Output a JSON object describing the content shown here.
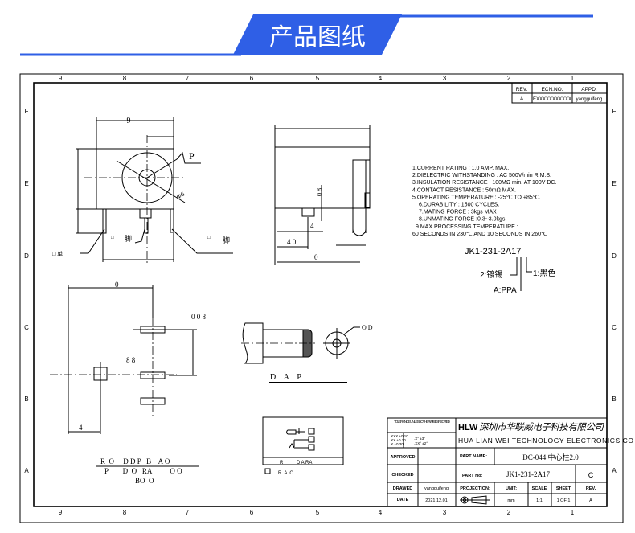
{
  "banner": {
    "title": "产品图纸",
    "color": "#2f5fe6"
  },
  "frame": {
    "columns": [
      "9",
      "8",
      "7",
      "6",
      "5",
      "4",
      "3",
      "2",
      "1"
    ],
    "rows": [
      "F",
      "E",
      "D",
      "C",
      "B",
      "A"
    ]
  },
  "revision_table": {
    "headers": [
      "REV.",
      "ECN.NO.",
      "APPD."
    ],
    "row": [
      "A",
      "EXXXXXXXXXXX",
      "yangguifeng"
    ]
  },
  "front_view": {
    "dim_width": "9",
    "label_p": "P",
    "dim_dia": "Φ6",
    "pin_labels": [
      "□ 单",
      "□",
      "脚",
      "□",
      "脚"
    ]
  },
  "side_view": {
    "dim_08": "0 8",
    "dim_4": "4",
    "dim_40": "4 0",
    "dim_0": "0"
  },
  "pcb_layout": {
    "dim_0": "0",
    "dim_008": "0 0 8",
    "dim_88": "8  8",
    "dim_4": "4"
  },
  "plug": {
    "label_od": "O D",
    "caption": "D    A    P"
  },
  "notes": [
    "1.CURRENT RATING : 1.0 AMP. MAX.",
    "2.DIELECTRIC WITHSTANDING : AC 500V/min R.M.S.",
    "3.INSULATION RESISTANCE : 100MΩ min. AT 100V DC.",
    "4.CONTACT RESISTANCE : 50mΩ MAX.",
    "5.OPERATING TEMPERATURE : -25℃ TO +85℃.",
    "6.DURABILITY : 1500 CYCLES.",
    "7.MATING FORCE : 3kgs MAX",
    "8.UNMATING FORCE :0.3~3.0kgs",
    "9.MAX PROCESSING TEMPERATURE :",
    "60 SECONDS IN 230℃ AND 10 SECONDS IN 260℃"
  ],
  "part_code": {
    "code": "JK1-231-2A17",
    "plating": "2:镀锡",
    "color": "1:黑色",
    "material": "A:PPA"
  },
  "pcb_caption": {
    "line1": "R  O     D D P   B    A O",
    "line2": "P        D  O   RA          O O",
    "line3": "BO  O"
  },
  "schematic": {
    "caption": "R          D A RA",
    "legend": "R  A  O"
  },
  "title_block": {
    "tolerance_title": "TOLERANCE UNLESS OTHERWISE SPECIFIED",
    "tol_left": [
      ".XXX ±0.10",
      ".XX  ±0.20",
      ".X   ±0.30"
    ],
    "tol_right": [
      ".X°  ±3°",
      ".XX° ±2°"
    ],
    "logo": "HLW",
    "company_cn": "深圳市华联威电子科技有限公司",
    "company_en": "HUA LIAN WEI TECHNOLOGY ELECTRONICS CO",
    "approved": "APPROVED",
    "checked": "CHECKED",
    "drawed": "DRAWED",
    "drawed_by": "yangguifeng",
    "date_label": "DATE",
    "date": "2021.12.01",
    "part_name_label": "PART NAME:",
    "part_name": "DC-044 中心柱2.0",
    "part_no_label": "PART No:",
    "part_no": "JK1-231-2A17",
    "rev_letter": "C",
    "projection": "PROJECTION:",
    "unit_label": "UNIT:",
    "unit": "mm",
    "scale_label": "SCALE",
    "scale": "1:1",
    "sheet_label": "SHEET",
    "sheet": "1 OF 1",
    "rev_label": "REV.",
    "rev": "A"
  }
}
